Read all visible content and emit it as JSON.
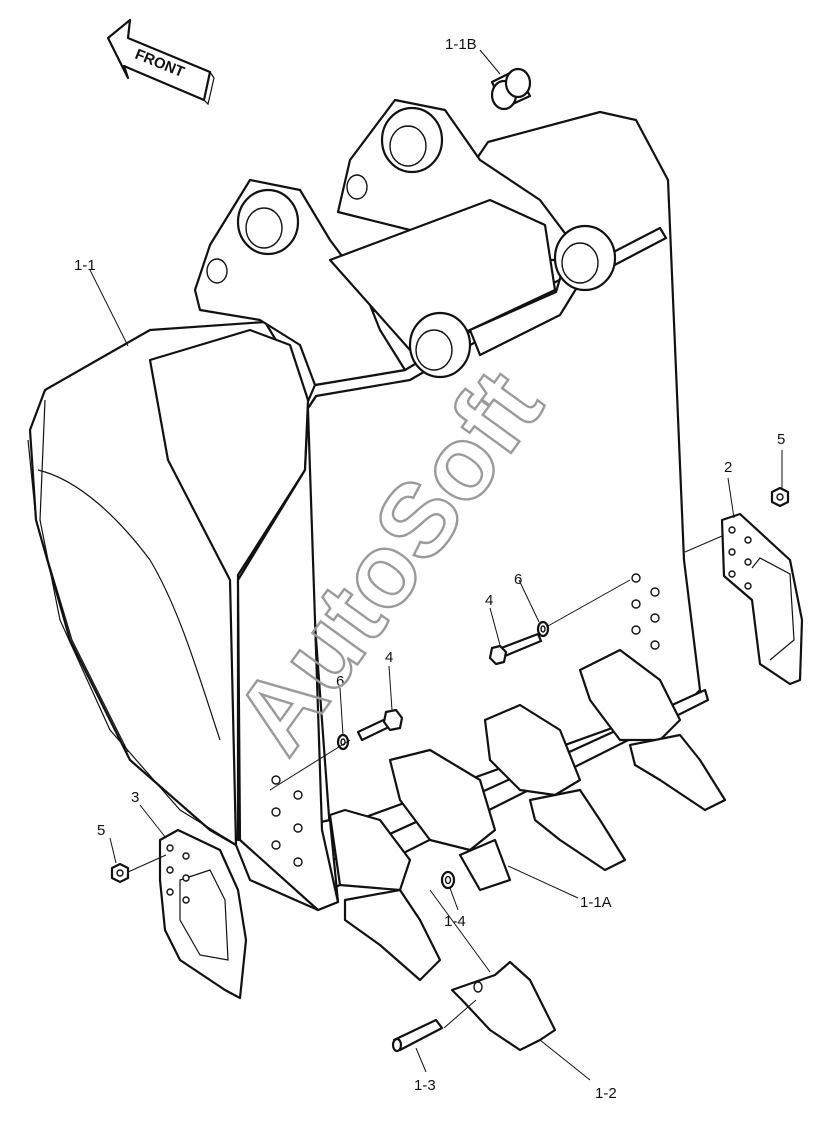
{
  "direction_arrow": {
    "label": "FRONT"
  },
  "watermark": "AutoSoft",
  "callouts": {
    "c_1_1": "1-1",
    "c_1_1B": "1-1B",
    "c_1_1A": "1-1A",
    "c_1_2": "1-2",
    "c_1_3": "1-3",
    "c_1_4": "1-4",
    "c_2": "2",
    "c_3": "3",
    "c_4a": "4",
    "c_4b": "4",
    "c_5a": "5",
    "c_5b": "5",
    "c_6a": "6",
    "c_6b": "6"
  }
}
